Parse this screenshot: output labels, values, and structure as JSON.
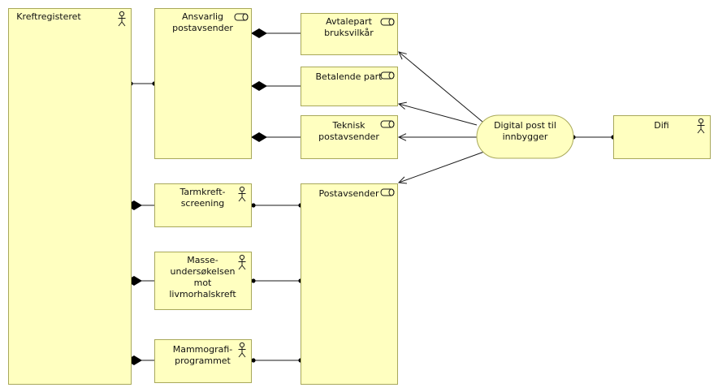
{
  "nodes": {
    "kreftregisteret": {
      "lines": [
        "Kreftregisteret"
      ],
      "type": "actor"
    },
    "ansvarlig": {
      "lines": [
        "Ansvarlig",
        "postavsender"
      ],
      "type": "role"
    },
    "avtalepart": {
      "lines": [
        "Avtalepart",
        "bruksvilkår"
      ],
      "type": "role"
    },
    "betalende": {
      "lines": [
        "Betalende part"
      ],
      "type": "role"
    },
    "teknisk": {
      "lines": [
        "Teknisk",
        "postavsender"
      ],
      "type": "role"
    },
    "postavsender": {
      "lines": [
        "Postavsender"
      ],
      "type": "role"
    },
    "tarmkreft": {
      "lines": [
        "Tarmkreft-",
        "screening"
      ],
      "type": "actor"
    },
    "masse": {
      "lines": [
        "Masse-",
        "undersøkelsen",
        "mot",
        "livmorhalskreft"
      ],
      "type": "actor"
    },
    "mammografi": {
      "lines": [
        "Mammografi-",
        "programmet"
      ],
      "type": "actor"
    },
    "digital": {
      "lines": [
        "Digital post til",
        "innbygger"
      ],
      "type": "service"
    },
    "difi": {
      "lines": [
        "Difi"
      ],
      "type": "actor"
    }
  },
  "relations": [
    {
      "from": "kreftregisteret",
      "to": "ansvarlig",
      "kind": "assignment"
    },
    {
      "from": "ansvarlig",
      "to": "avtalepart",
      "kind": "composition"
    },
    {
      "from": "ansvarlig",
      "to": "betalende",
      "kind": "composition"
    },
    {
      "from": "ansvarlig",
      "to": "teknisk",
      "kind": "composition"
    },
    {
      "from": "kreftregisteret",
      "to": "tarmkreft",
      "kind": "composition"
    },
    {
      "from": "kreftregisteret",
      "to": "masse",
      "kind": "composition"
    },
    {
      "from": "kreftregisteret",
      "to": "mammografi",
      "kind": "composition"
    },
    {
      "from": "tarmkreft",
      "to": "postavsender",
      "kind": "assignment"
    },
    {
      "from": "masse",
      "to": "postavsender",
      "kind": "assignment"
    },
    {
      "from": "mammografi",
      "to": "postavsender",
      "kind": "assignment"
    },
    {
      "from": "digital",
      "to": "avtalepart",
      "kind": "serving"
    },
    {
      "from": "digital",
      "to": "betalende",
      "kind": "serving"
    },
    {
      "from": "digital",
      "to": "teknisk",
      "kind": "serving"
    },
    {
      "from": "digital",
      "to": "postavsender",
      "kind": "serving"
    },
    {
      "from": "difi",
      "to": "digital",
      "kind": "assignment"
    }
  ]
}
